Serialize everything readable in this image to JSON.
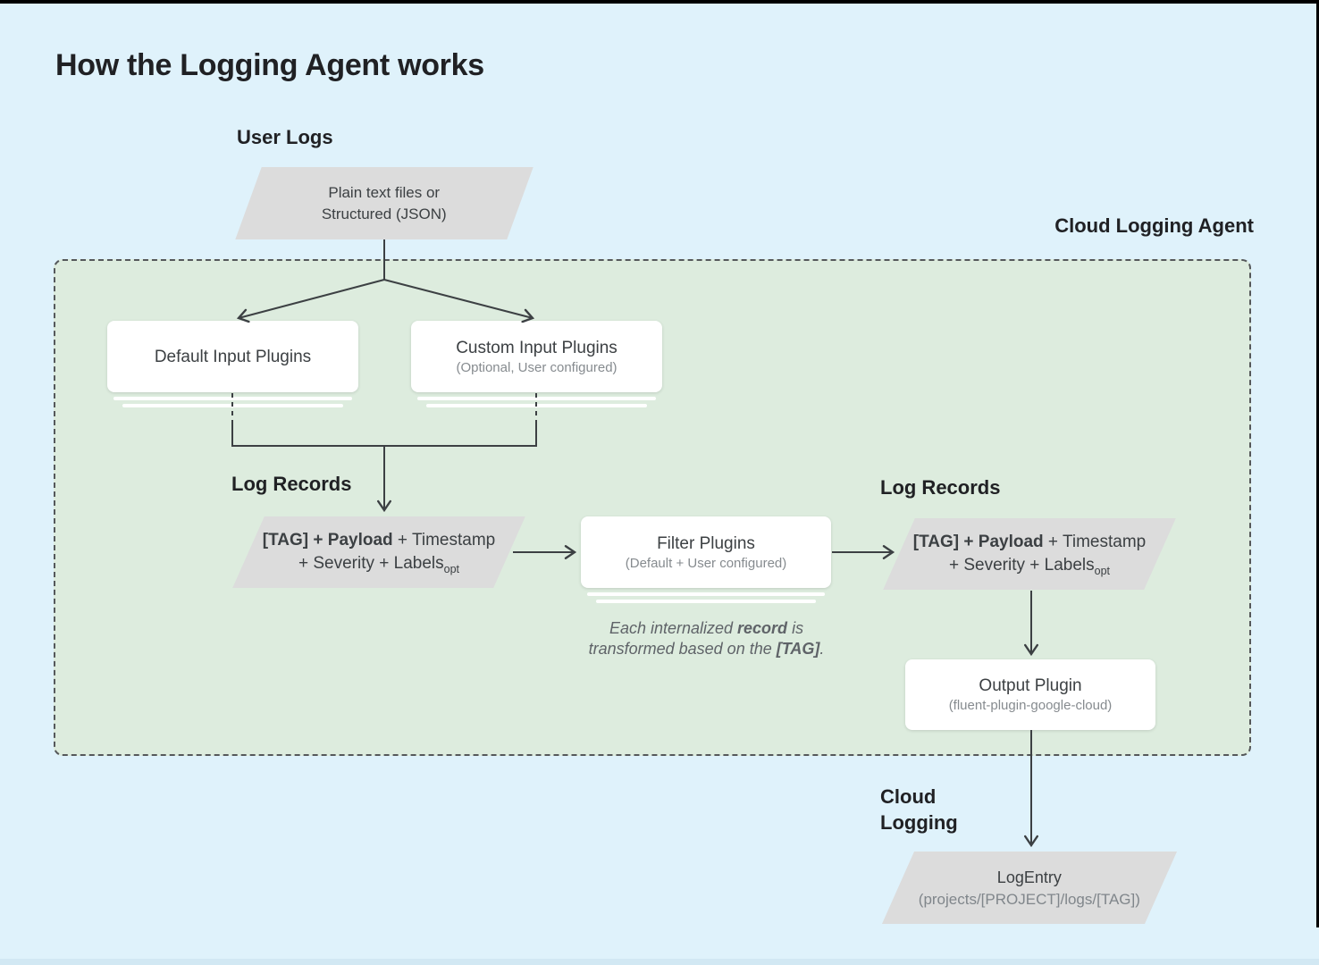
{
  "title": "How the Logging Agent works",
  "labels": {
    "user_logs": "User Logs",
    "cloud_logging_agent": "Cloud Logging Agent",
    "log_records_left": "Log Records",
    "log_records_right": "Log Records",
    "cloud_logging_line1": "Cloud",
    "cloud_logging_line2": "Logging"
  },
  "nodes": {
    "user_input": {
      "line1": "Plain text files or",
      "line2": "Structured (JSON)"
    },
    "default_input": {
      "title": "Default Input Plugins"
    },
    "custom_input": {
      "title": "Custom Input Plugins",
      "subtitle": "(Optional, User configured)"
    },
    "filter": {
      "title": "Filter Plugins",
      "subtitle": "(Default + User configured)"
    },
    "output": {
      "title": "Output Plugin",
      "subtitle": "(fluent-plugin-google-cloud)"
    },
    "logentry": {
      "title": "LogEntry",
      "subtitle": "(projects/[PROJECT]/logs/[TAG])"
    },
    "log_record_left": {
      "line1_bold": "[TAG] + Payload",
      "line1_rest": " + Timestamp",
      "line2_text": "+ Severity + Labels",
      "line2_sub": "opt"
    },
    "log_record_right": {
      "line1_bold": "[TAG] + Payload",
      "line1_rest": " + Timestamp",
      "line2_text": "+ Severity + Labels",
      "line2_sub": "opt"
    }
  },
  "note": {
    "l1a": "Each internalized ",
    "l1b": "record",
    "l1c": " is",
    "l2a": "transformed based on the ",
    "l2b": "[TAG]",
    "l2c": "."
  },
  "colors": {
    "background": "#dff2fb",
    "agent_panel": "#ddecde",
    "shape_fill": "#dcdcdc",
    "node_fill": "#ffffff",
    "text_primary": "#202124",
    "text_secondary": "#80868b",
    "line": "#3c4043"
  }
}
